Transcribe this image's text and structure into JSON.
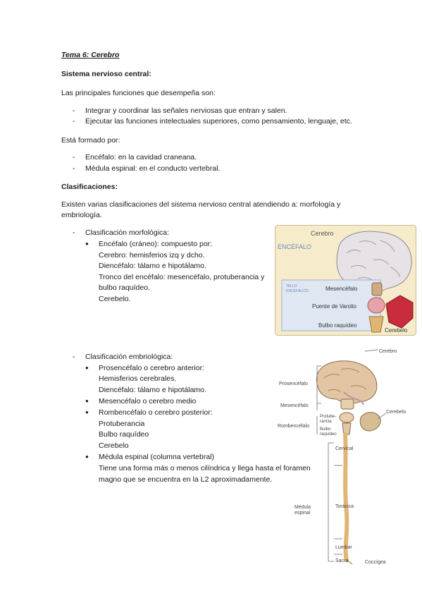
{
  "title": "Tema 6: Cerebro",
  "section1": "Sistema nervioso central:",
  "intro": "Las principales funciones que desempeña son:",
  "functions": [
    "Integrar y coordinar las señales nerviosas que entran y salen.",
    "Ejecutar las funciones intelectuales superiores, como pensamiento, lenguaje, etc."
  ],
  "formed_by_label": "Está formado por:",
  "formed_by": [
    "Encéfalo: en la cavidad craneana.",
    "Médula espinal: en el conducto vertebral."
  ],
  "classifications_title": "Clasificaciones:",
  "classifications_intro_1": "Existen varias clasificaciones del sistema nervioso central atendiendo a: morfología y",
  "classifications_intro_2": "embriología.",
  "morph": {
    "heading": "Clasificación morfológica:",
    "bullet": "Encéfalo (cráneo): compuesto por:",
    "lines": [
      "Cerebro: hemisferios izq y dcho.",
      "Diencéfalo: tálamo e hipotálamo.",
      "Tronco del encéfalo: mesencéfalo, protuberancia y",
      "bulbo raquídeo.",
      "Cerebelo."
    ]
  },
  "embryo": {
    "heading": "Clasificación embriológica:",
    "b1": "Prosencéfalo o cerebro anterior:",
    "b1_lines": [
      " Hemisferios cerebrales.",
      "Diencéfalo: tálamo e hipotálamo."
    ],
    "b2": "Mesencéfalo o cerebro medio",
    "b3": "Rombencéfalo o cerebro posterior:",
    "b3_lines": [
      "Protuberancia",
      "Bulbo raquídeo",
      "Cerebelo"
    ],
    "b4": "Médula espinal (columna vertebral)",
    "b4_lines": [
      "Tiene una forma más o menos cilíndrica y llega hasta el foramen",
      "magno que se encuentra en la L2 aproximadamente."
    ]
  },
  "figure1": {
    "cerebro": "Cerebro",
    "encefalo": "ENCÉFALO",
    "tallo_1": "TALLO",
    "tallo_2": "ENCEFÁLICO",
    "mesencefalo": "Mesencéfalo",
    "puente": "Puente de Varolio",
    "bulbo": "Bulbo raquídeo",
    "cerebelo": "Cerebelo"
  },
  "figure2": {
    "cerebro": "Cerebro",
    "prosencefalo": "Prosencéfalo",
    "mesencefalo": "Mesencéfalo",
    "cerebelo": "Cerebelo",
    "protube_1": "Protube-",
    "protube_2": "rancia",
    "rombencefalo": "Rombencéfalo",
    "bulbo_1": "Bulbo",
    "bulbo_2": "raquídeo",
    "cervical": "Cervical",
    "medula_1": "Médula",
    "medula_2": "espinal",
    "toracica": "Torácica",
    "lumbar": "Lumbar",
    "sacra": "Sacra",
    "coccigea": "Coccígea"
  }
}
